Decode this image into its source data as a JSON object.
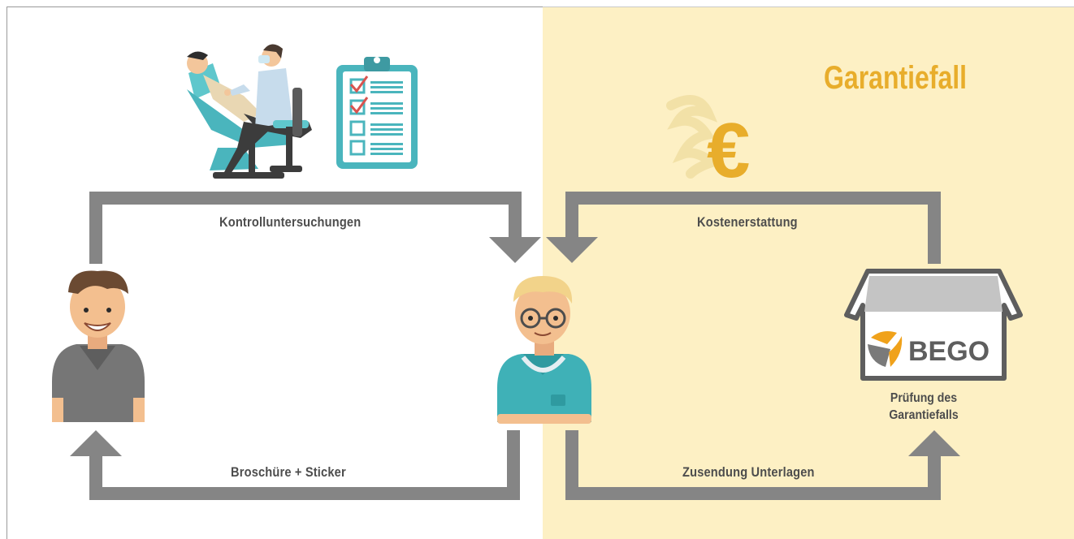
{
  "section_title": "Garantiefall",
  "labels": {
    "top_left": "Kontrolluntersuchungen",
    "bottom_left": "Broschüre + Sticker",
    "top_right": "Kostenerstattung",
    "bottom_right": "Zusendung Unterlagen"
  },
  "company_box": {
    "logo_text": "BEGO",
    "caption_line1": "Prüfung des",
    "caption_line2": "Garantiefalls"
  },
  "icons": {
    "currency": "€",
    "checklist_rows": 4,
    "checked_rows": 2
  },
  "colors": {
    "arrow": "#858585",
    "highlight_bg": "#fdf0c4",
    "accent": "#e8ad2b",
    "label_text": "#4d4d4d",
    "logo_orange": "#f0a21b"
  }
}
